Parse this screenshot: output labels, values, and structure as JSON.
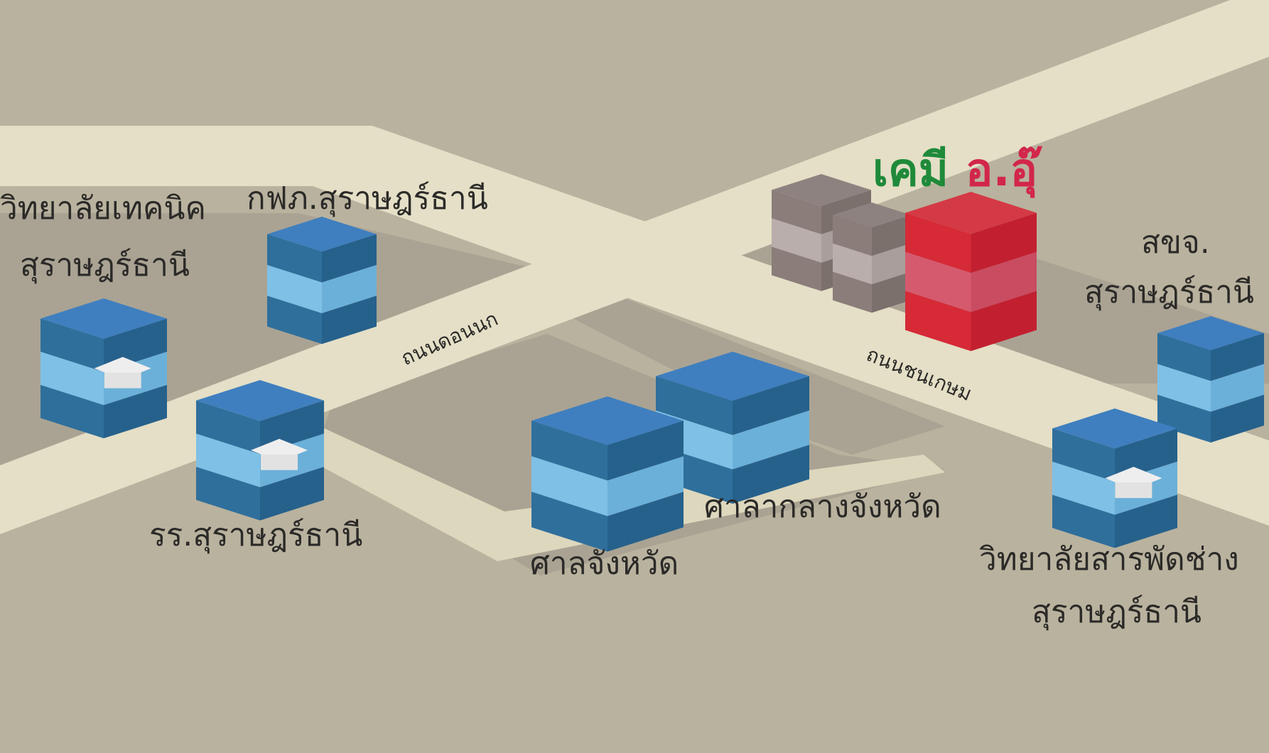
{
  "title": {
    "part1": "เคมี",
    "part2": "อ.อุ๊"
  },
  "colors": {
    "background": "#b9b29e",
    "road": "#e4dfc6",
    "block": "#a9a290",
    "building_dark": "#2f6f9c",
    "building_light": "#7fc0e6",
    "highlight": "#d62a37",
    "title_green": "#1f8a3a",
    "title_red": "#d2264a"
  },
  "roads": {
    "don_nok": "ถนนดอนนก",
    "chon_kasem": "ถนนชนเกษม"
  },
  "places": {
    "technical_college": {
      "line1": "วิทยาลัยเทคนิค",
      "line2": "สุราษฎร์ธานี",
      "icon": "graduation-cap"
    },
    "pea": {
      "line1": "กฟภ.สุราษฎร์ธานี"
    },
    "school": {
      "line1": "รร.สุราษฎร์ธานี",
      "icon": "graduation-cap"
    },
    "court": {
      "line1": "ศาลจังหวัด"
    },
    "city_hall": {
      "line1": "ศาลากลางจังหวัด"
    },
    "polytechnic": {
      "line1": "วิทยาลัยสารพัดช่าง",
      "line2": "สุราษฎร์ธานี",
      "icon": "graduation-cap"
    },
    "health_office": {
      "line1": "สขจ.",
      "line2": "สุราษฎร์ธานี"
    }
  }
}
